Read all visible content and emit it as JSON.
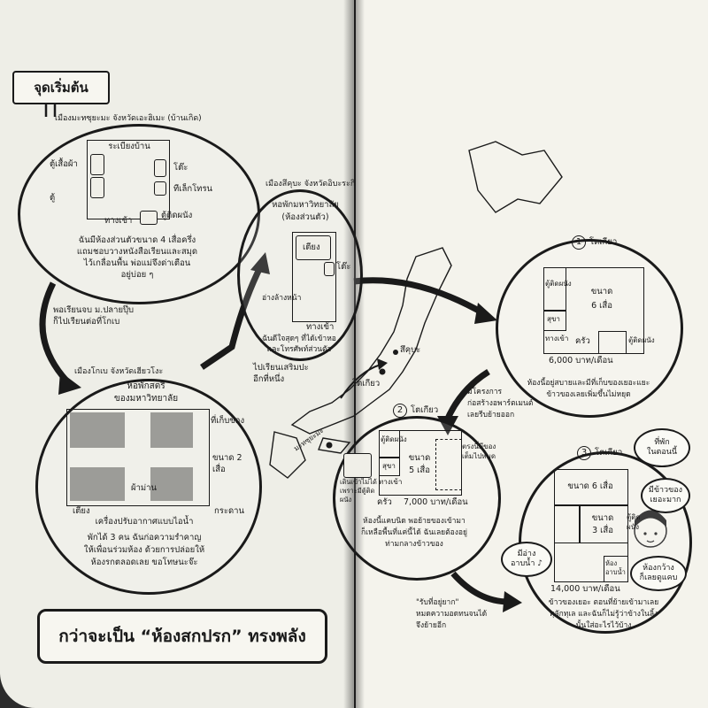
{
  "start_sign": "จุดเริ่มต้น",
  "stage1": {
    "location": "เมืองมะทซุยะมะ จังหวัดเอะฮิเมะ (บ้านเกิด)",
    "plan_title": "ระเบียงบ้าน",
    "labels": [
      "ตู้เสื้อผ้า",
      "ตู้",
      "โต๊ะ",
      "ทีเล็กโทรน",
      "ทางเข้า",
      "ตู้ติดผนัง"
    ],
    "text": [
      "ฉันมีห้องส่วนตัวขนาด 4 เสื่อครึ่ง",
      "แถมชอบวางหนังสือเรียนและสมุด",
      "ไว้เกลื่อนพื้น พ่อแม่จึงด่าเตือน",
      "อยู่บ่อย ๆ"
    ]
  },
  "arrow1_note": [
    "พอเรียนจบ ม.ปลายปุ๊บ",
    "ก็ไปเรียนต่อที่โกเบ"
  ],
  "stage2": {
    "location": "เมืองโกเบ จังหวัดเฮียวโงะ",
    "title": [
      "หอพักสตรี",
      "ของมหาวิทยาลัย"
    ],
    "labels": [
      "ที่เก็บของ",
      "ขนาด 2 เสื่อ",
      "ผ้าม่าน",
      "เตียง",
      "กระดาน"
    ],
    "text": [
      "เครื่องปรับอากาศแบบไอน้ำ",
      "พักได้ 3 คน ฉันก่อความรำคาญ",
      "ให้เพื่อนร่วมห้อง ด้วยการปล่อยให้",
      "ห้องรกตลอดเลย ขอโทษนะจ๊ะ"
    ]
  },
  "arrow2_note": [
    "ไปเรียนเสริมปะ",
    "อีกที่หนึ่ง"
  ],
  "stage3": {
    "location": "เมืองสึคุบะ จังหวัดอิบะระกิ",
    "title": [
      "หอพักมหาวิทยาลัย",
      "(ห้องส่วนตัว)"
    ],
    "labels": [
      "เตียง",
      "โต๊ะ",
      "อ่างล้างหน้า",
      "ทางเข้า"
    ],
    "text": [
      "ฉันดีใจสุดๆ ที่ได้เข้าหอ",
      "และโทรศัพท์ส่วนตัว"
    ]
  },
  "map": {
    "label_tsukuba": "สึคุบะ",
    "label_tokyo": "โตเกียว",
    "label_matsuyama": "มะทซุยะมะ"
  },
  "tokyo1": {
    "header": "โตเกียว",
    "number": "1",
    "labels": [
      "ตู้ติดผนัง",
      "ขนาด",
      "6 เสื่อ",
      "สุขา",
      "ทางเข้า",
      "ครัว",
      "ตู้ติดผนัง"
    ],
    "rent": "6,000 บาท/เดือน",
    "text": [
      "ห้องนี้อยู่สบายและมีที่เก็บของเยอะแยะ",
      "ข้าวของเลยเพิ่มขึ้นไม่หยุด"
    ]
  },
  "arrow_tokyo1_note": [
    "มีโครงการ",
    "ก่อสร้างอพาร์ตเมนต์",
    "เลยรีบย้ายออก"
  ],
  "tokyo2": {
    "header": "โตเกียว",
    "number": "2",
    "labels": [
      "ตู้ติดผนัง",
      "สุขา",
      "ทางเข้า",
      "ขนาด",
      "5 เสื่อ",
      "ครัว",
      "ตรงนี้มีของเต็มไปหมด",
      "เดินเข้าไม่ได้เพราะมีตู้ติดผนัง"
    ],
    "rent": "7,000 บาท/เดือน",
    "text": [
      "ห้องนี้แคบนิด พอย้ายของเข้ามา",
      "ก็เหลือพื้นที่แค่นี้ได้ ฉันเลยต้องอยู่",
      "ท่ามกลางข้าวของ"
    ]
  },
  "arrow_tokyo2_note": [
    "\"รับที่อยู่ยาก\"",
    "หมดความอดทนจนได้",
    "จึงย้ายอีก"
  ],
  "tokyo3": {
    "header": "โตเกียว",
    "number": "3",
    "speech_current": [
      "ที่พัก",
      "ในตอนนี้"
    ],
    "labels": [
      "ขนาด 6 เสื่อ",
      "ขนาด",
      "3 เสื่อ",
      "ตู้ติดผนัง",
      "ห้องอาบน้ำ"
    ],
    "bubble_things": [
      "มีข้าวของ",
      "เยอะมาก"
    ],
    "bubble_bath": [
      "มีอ่าง",
      "อาบน้ำ ♪"
    ],
    "bubble_narrow": [
      "ห้องกว้าง",
      "ก็เลยดูแคบ"
    ],
    "rent": "14,000 บาท/เดือน",
    "text": [
      "ข้าวของเยอะ ตอนที่ย้ายเข้ามาเลย",
      "ทุลักทุเล และฉันก็ไม่รู้ว่าข้างในลิ้ง",
      "นั้นใส่อะไรไว้บ้าง"
    ]
  },
  "title": "กว่าจะเป็น “ห้องสกปรก” ทรงพลัง"
}
